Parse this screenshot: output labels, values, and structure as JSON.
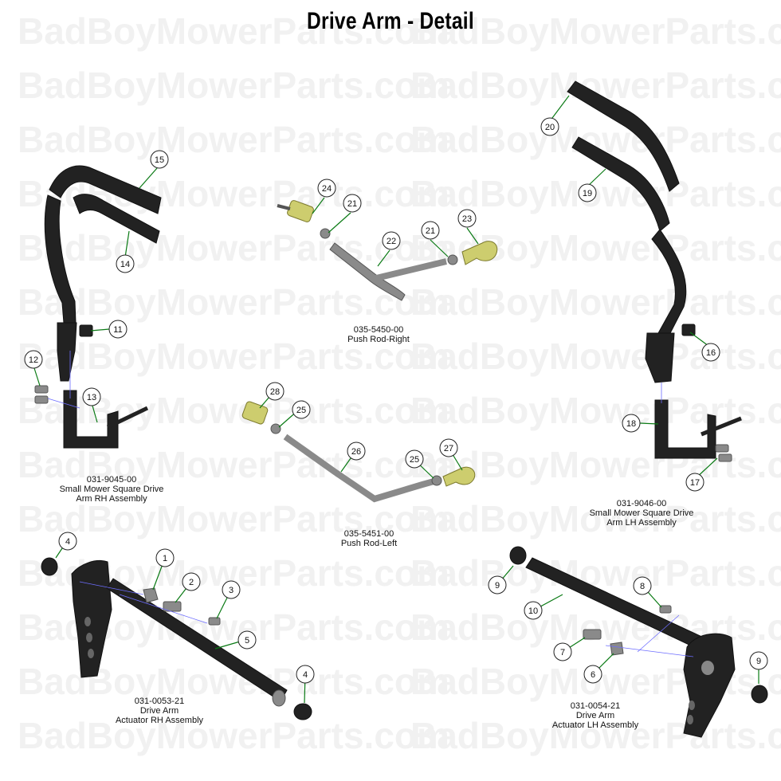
{
  "title": "Drive Arm - Detail",
  "watermark_text": "BadBoyMowerParts.com",
  "colors": {
    "leader": "#0a7a14",
    "part_dark": "#222222",
    "part_gray": "#8a8a8a",
    "part_brass": "#cdcd6e",
    "watermark": "#f1f1f1"
  },
  "captions": {
    "rh_arm": [
      "031-9045-00",
      "Small Mower Square Drive",
      "Arm RH Assembly"
    ],
    "push_right": [
      "035-5450-00",
      "Push Rod-Right"
    ],
    "lh_arm": [
      "031-9046-00",
      "Small Mower Square Drive",
      "Arm LH Assembly"
    ],
    "push_left": [
      "035-5451-00",
      "Push Rod-Left"
    ],
    "actuator_rh": [
      "031-0053-21",
      "Drive Arm",
      "Actuator RH Assembly"
    ],
    "actuator_lh": [
      "031-0054-21",
      "Drive Arm",
      "Actuator LH Assembly"
    ]
  },
  "callouts": {
    "c15": "15",
    "c14": "14",
    "c11": "11",
    "c12": "12",
    "c13": "13",
    "c24": "24",
    "c21a": "21",
    "c22": "22",
    "c21b": "21",
    "c23": "23",
    "c20": "20",
    "c19": "19",
    "c16": "16",
    "c18": "18",
    "c17": "17",
    "c28": "28",
    "c25a": "25",
    "c26": "26",
    "c25b": "25",
    "c27": "27",
    "c4a": "4",
    "c1": "1",
    "c2": "2",
    "c3": "3",
    "c5": "5",
    "c4b": "4",
    "c9a": "9",
    "c10": "10",
    "c8": "8",
    "c7": "7",
    "c6": "6",
    "c9b": "9"
  }
}
